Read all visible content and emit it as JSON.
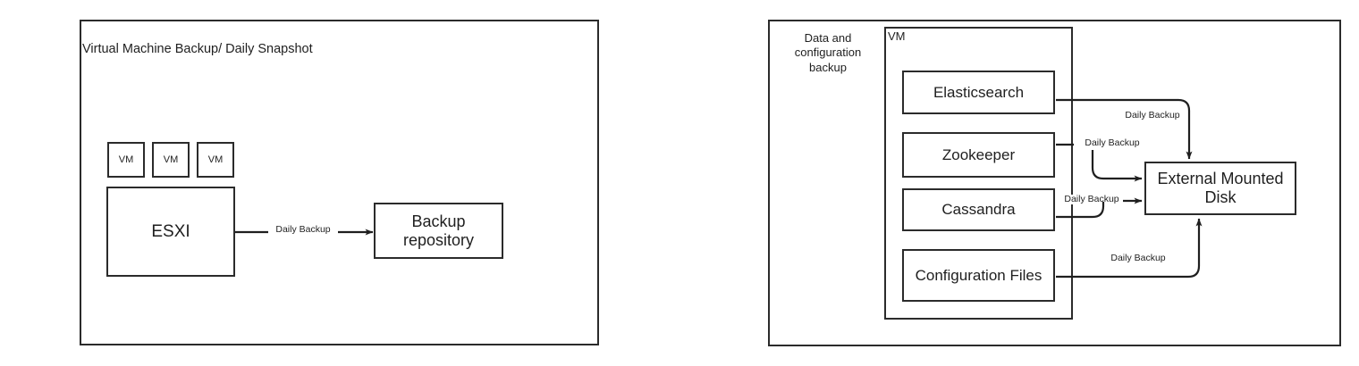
{
  "diagram": {
    "left_panel": {
      "title": "Virtual Machine Backup/ Daily Snapshot",
      "vm_boxes": [
        {
          "label": "VM"
        },
        {
          "label": "VM"
        },
        {
          "label": "VM"
        }
      ],
      "host_box": {
        "label": "ESXI"
      },
      "target_box": {
        "label": "Backup repository"
      },
      "flow_label": "Daily Backup"
    },
    "right_panel": {
      "group_label": "Data and configuration backup",
      "vm_container_label": "VM",
      "components": [
        {
          "label": "Elasticsearch",
          "flow_label": "Daily Backup"
        },
        {
          "label": "Zookeeper",
          "flow_label": "Daily Backup"
        },
        {
          "label": "Cassandra",
          "flow_label": "Daily Backup"
        },
        {
          "label": "Configuration Files",
          "flow_label": "Daily Backup"
        }
      ],
      "target_box": {
        "label": "External Mounted Disk"
      }
    },
    "style": {
      "stroke": "#2b2b2b",
      "text": "#1f1f1f",
      "background": "#ffffff"
    }
  }
}
